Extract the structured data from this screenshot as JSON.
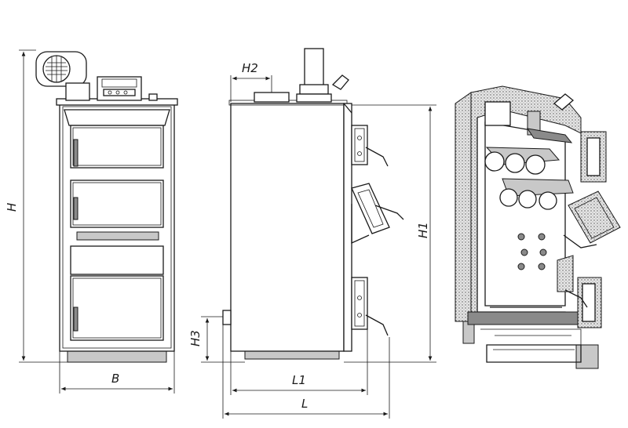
{
  "dimensions": {
    "H": "H",
    "B": "B",
    "H2": "H2",
    "H1": "H1",
    "H3": "H3",
    "L1": "L1",
    "L": "L"
  }
}
